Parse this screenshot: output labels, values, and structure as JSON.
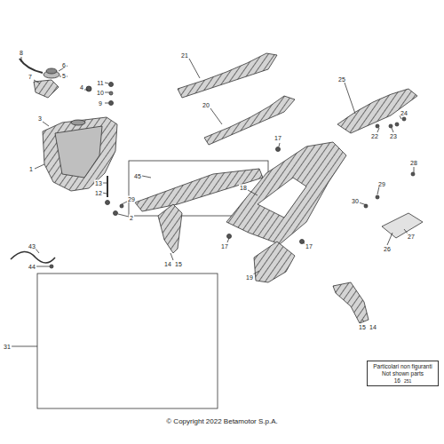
{
  "diagram": {
    "nodes": [
      {
        "text": [
          "Particolari non figuranti",
          "Not shown parts",
          "16",
          "251"
        ]
      }
    ],
    "labels": [
      "8",
      "7",
      "6",
      "5",
      "4",
      "11",
      "10",
      "9",
      "3",
      "1",
      "13",
      "12",
      "29",
      "2",
      "43",
      "44",
      "31",
      "45",
      "21",
      "20",
      "17",
      "25",
      "24",
      "22",
      "23",
      "18",
      "17",
      "17",
      "28",
      "29",
      "30",
      "27",
      "26",
      "14",
      "15",
      "19",
      "15",
      "14",
      "© Copyright 2022 Betamotor S.p.A."
    ]
  }
}
